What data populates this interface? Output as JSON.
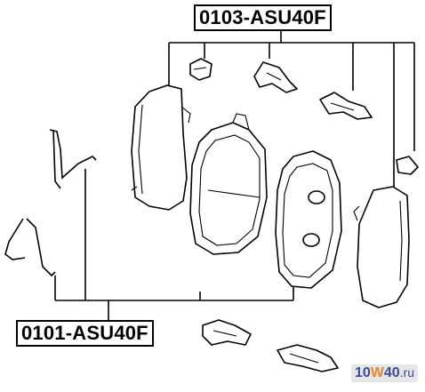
{
  "diagram": {
    "top_part_number": "0103-ASU40F",
    "bottom_part_number": "0101-ASU40F"
  },
  "watermark": {
    "part1": "10",
    "part2": "W",
    "part3": "40",
    "part4": ".ru"
  },
  "colors": {
    "line": "#000000",
    "background": "#ffffff",
    "watermark_blue": "#3b4a9a",
    "watermark_orange": "#e08b2a"
  }
}
